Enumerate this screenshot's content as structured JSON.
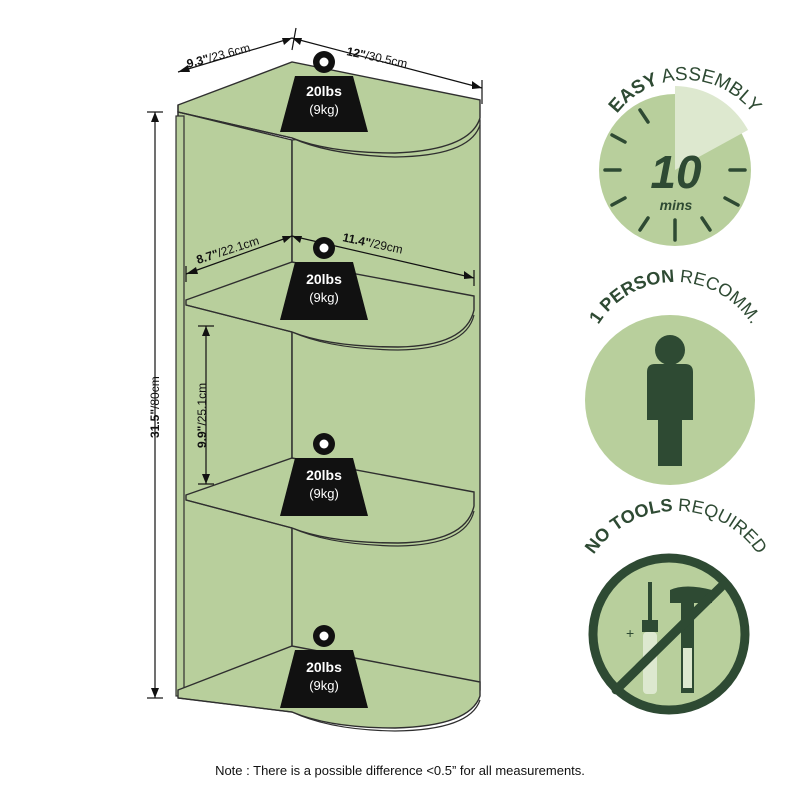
{
  "colors": {
    "shelf_fill": "#b8cf9c",
    "shelf_edge": "#2f2f2f",
    "badge_fill": "#b8cf9c",
    "badge_dark": "#2e4a33",
    "badge_light": "#dde8cf",
    "weight_fill": "#111111"
  },
  "dimensions": {
    "top_depth_in": "9.3\"",
    "top_depth_cm": "/23.6cm",
    "top_width_in": "12\"",
    "top_width_cm": "/30.5cm",
    "shelf_depth_in": "8.7\"",
    "shelf_depth_cm": "/22.1cm",
    "shelf_width_in": "11.4\"",
    "shelf_width_cm": "/29cm",
    "gap_height_in": "9.9\"",
    "gap_height_cm": "/25.1cm",
    "height_in": "31.5\"",
    "height_cm": "/80cm"
  },
  "weights": [
    {
      "lbs": "20lbs",
      "kg": "(9kg)"
    },
    {
      "lbs": "20lbs",
      "kg": "(9kg)"
    },
    {
      "lbs": "20lbs",
      "kg": "(9kg)"
    },
    {
      "lbs": "20lbs",
      "kg": "(9kg)"
    }
  ],
  "badges": {
    "assembly": {
      "bold": "EASY",
      "light": "ASSEMBLY",
      "number": "10",
      "unit": "mins",
      "icon": "stopwatch-icon"
    },
    "person": {
      "bold": "1 PERSON",
      "light": "RECOMM.",
      "icon": "person-icon"
    },
    "tools": {
      "bold": "NO TOOLS",
      "light": "REQUIRED",
      "icon": "no-tools-icon"
    }
  },
  "note": "Note : There is a possible difference <0.5” for all measurements."
}
